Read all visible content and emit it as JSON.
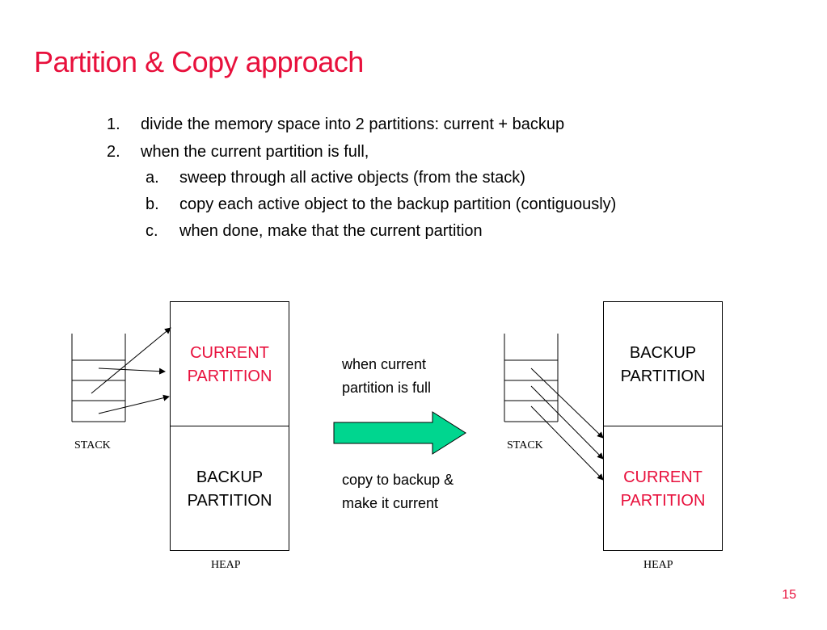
{
  "title": "Partition & Copy approach",
  "steps": [
    {
      "num": "1.",
      "text": "divide the memory space into 2 partitions: current + backup"
    },
    {
      "num": "2.",
      "text": "when the current partition is full,"
    }
  ],
  "substeps": [
    {
      "num": "a.",
      "text": "sweep through all active objects (from the stack)"
    },
    {
      "num": "b.",
      "text": "copy each active object to the backup partition (contiguously)"
    },
    {
      "num": "c.",
      "text": "when done, make that the current partition"
    }
  ],
  "left": {
    "top_label_1": "CURRENT",
    "top_label_2": "PARTITION",
    "bottom_label_1": "BACKUP",
    "bottom_label_2": "PARTITION",
    "stack_label": "STACK",
    "heap_label": "HEAP"
  },
  "right": {
    "top_label_1": "BACKUP",
    "top_label_2": "PARTITION",
    "bottom_label_1": "CURRENT",
    "bottom_label_2": "PARTITION",
    "stack_label": "STACK",
    "heap_label": "HEAP"
  },
  "middle": {
    "caption_top_1": "when current",
    "caption_top_2": "partition is full",
    "caption_bottom_1": "copy to backup &",
    "caption_bottom_2": "make it current"
  },
  "page_number": "15",
  "colors": {
    "accent": "#e8103c",
    "arrow_fill": "#00d68f"
  }
}
